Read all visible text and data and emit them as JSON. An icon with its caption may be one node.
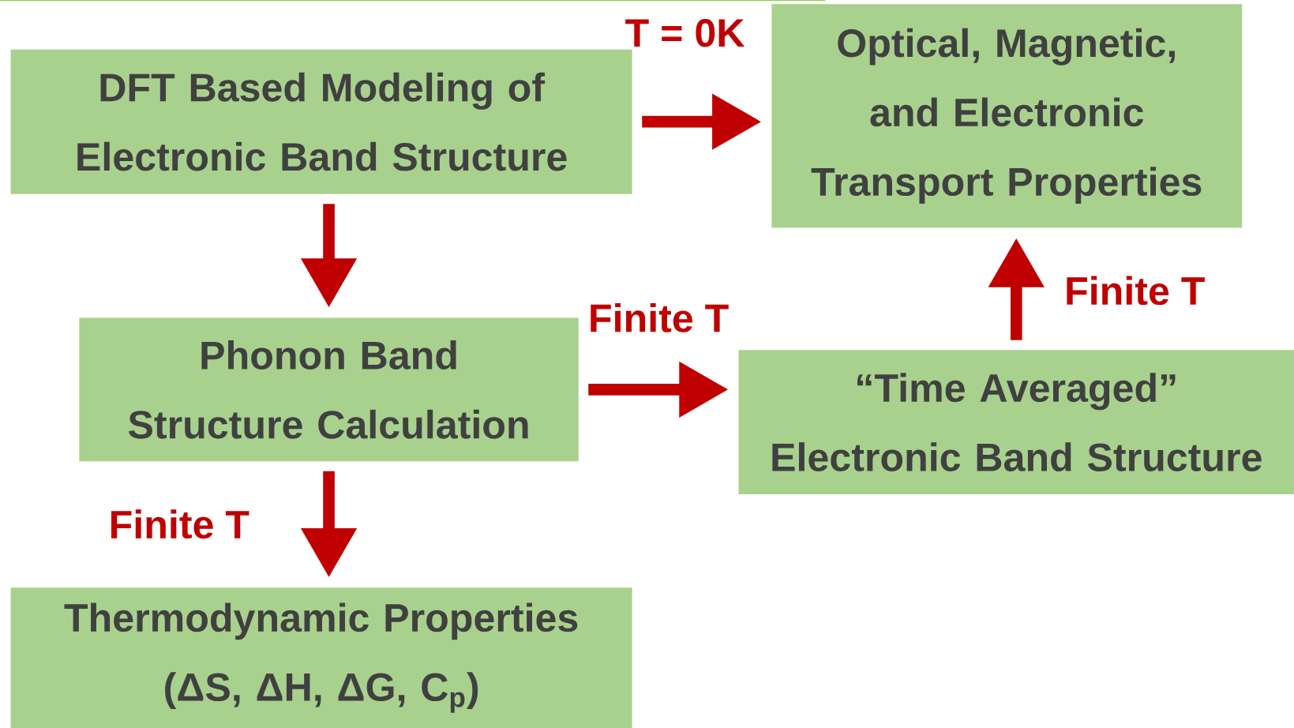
{
  "diagram": {
    "nodes": [
      {
        "text": [
          "DFT Based Modeling of Electronic Band Structure"
        ]
      },
      {
        "text": [
          "Optical, Magnetic, and Electronic Transport Properties"
        ]
      },
      {
        "text": [
          "Phonon Band Structure Calculation"
        ]
      },
      {
        "text": [
          "“Time Averaged” Electronic Band Structure"
        ]
      },
      {
        "text": [
          "Thermodynamic Properties (ΔS, ΔH, ΔG, C$_{p}$)"
        ]
      }
    ],
    "edges": [
      {
        "from": 0,
        "to": 1,
        "arrow": "to",
        "label": "T = 0K"
      },
      {
        "from": 0,
        "to": 2,
        "arrow": "to"
      },
      {
        "from": 2,
        "to": 3,
        "arrow": "to",
        "label": "Finite T"
      },
      {
        "from": 3,
        "to": 1,
        "arrow": "to",
        "label": "Finite T"
      },
      {
        "from": 2,
        "to": 4,
        "arrow": "to",
        "label": "Finite T"
      }
    ]
  }
}
